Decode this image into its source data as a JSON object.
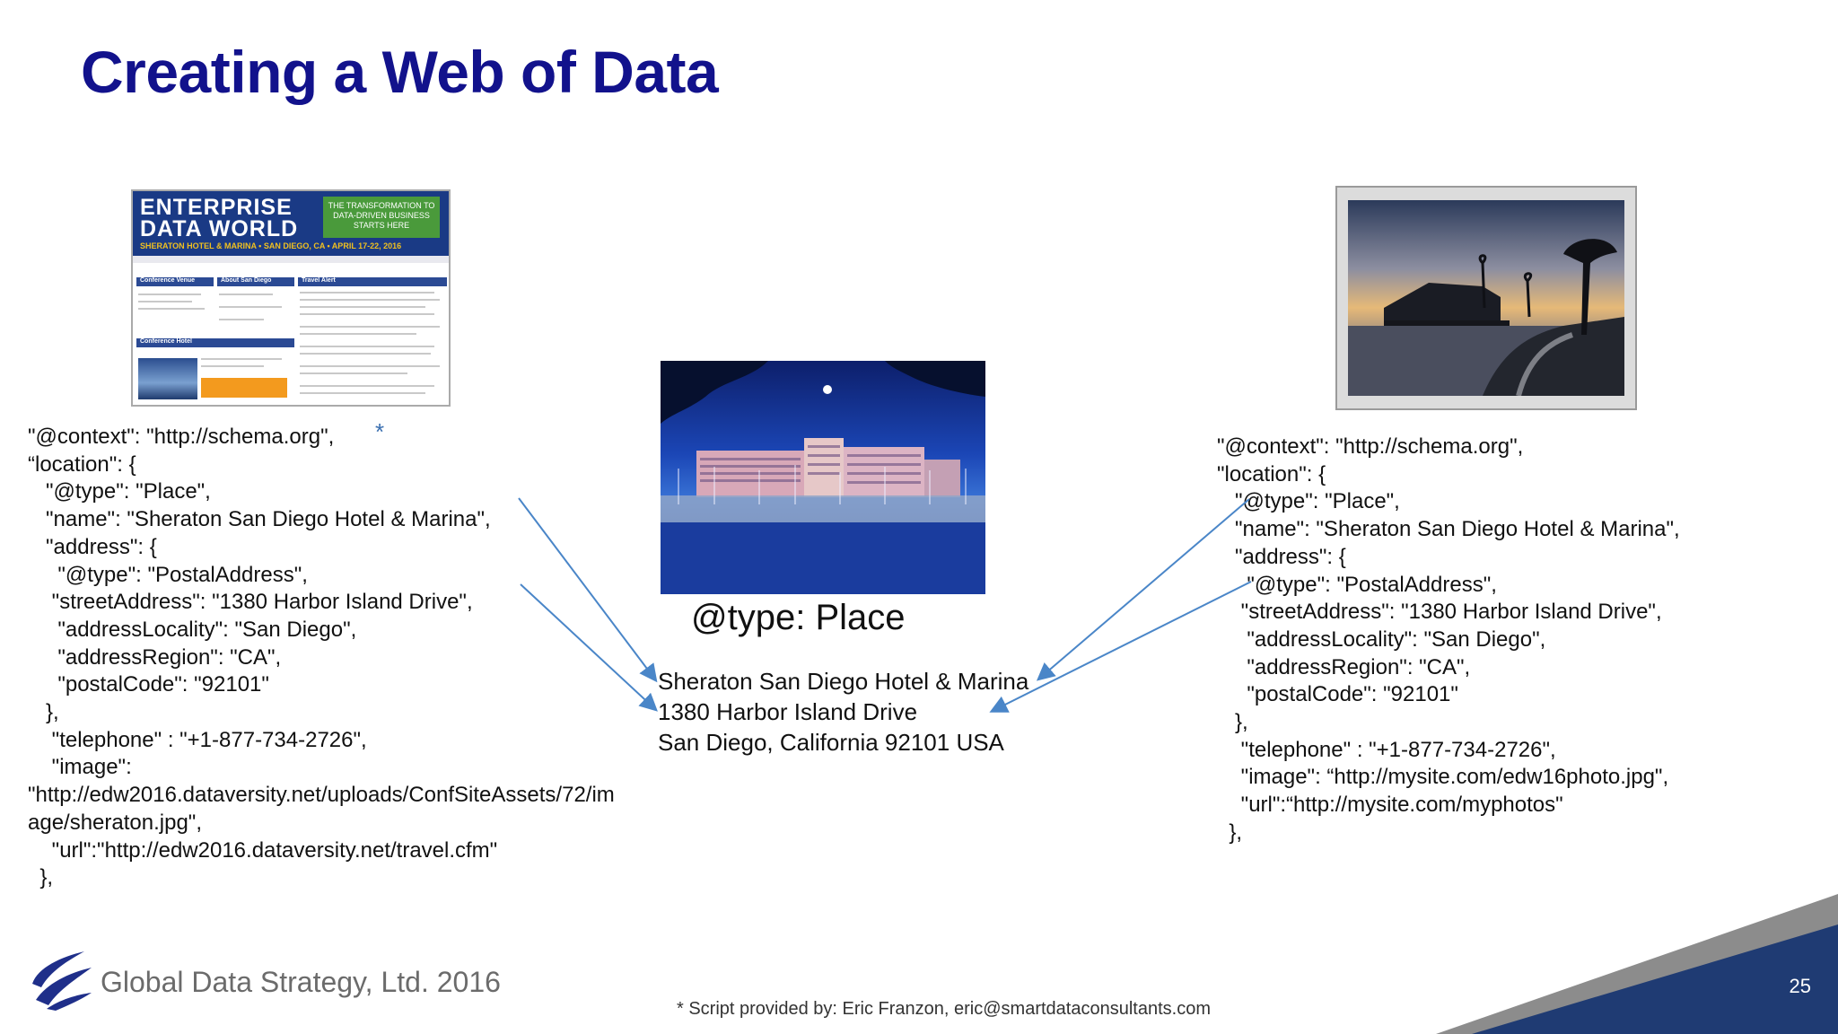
{
  "slide": {
    "title": "Creating a Web of Data",
    "page_number": "25"
  },
  "left_code": {
    "star": "*",
    "text": "\"@context\": \"http://schema.org\",\n“location\": {\n   \"@type\": \"Place\",\n   \"name\": \"Sheraton San Diego Hotel & Marina\",\n   \"address\": {\n     \"@type\": \"PostalAddress\",\n    \"streetAddress\": \"1380 Harbor Island Drive\",\n     \"addressLocality\": \"San Diego\",\n     \"addressRegion\": \"CA\",\n     \"postalCode\": \"92101\"\n   },\n    \"telephone\" : \"+1-877-734-2726\",\n    \"image\":\n\"http://edw2016.dataversity.net/uploads/ConfSiteAssets/72/im\nage/sheraton.jpg\",\n    \"url\":\"http://edw2016.dataversity.net/travel.cfm\"\n  },"
  },
  "right_code": {
    "text": "\"@context\": \"http://schema.org\",\n\"location\": {\n   \"@type\": \"Place\",\n   \"name\": \"Sheraton San Diego Hotel & Marina\",\n   \"address\": {\n     \"@type\": \"PostalAddress\",\n    \"streetAddress\": \"1380 Harbor Island Drive\",\n     \"addressLocality\": \"San Diego\",\n     \"addressRegion\": \"CA\",\n     \"postalCode\": \"92101\"\n   },\n    \"telephone\" : \"+1-877-734-2726\",\n    \"image\": “http://mysite.com/edw16photo.jpg\",\n    \"url\":“http://mysite.com/myphotos\"\n  },"
  },
  "center": {
    "type_label": "@type: Place",
    "address": "Sheraton San Diego Hotel & Marina\n1380 Harbor Island Drive\nSan Diego, California 92101 USA"
  },
  "thumbnail": {
    "title": "ENTERPRISE\nDATA WORLD",
    "tagline": "THE TRANSFORMATION TO DATA-DRIVEN BUSINESS STARTS HERE",
    "strip": "SHERATON HOTEL & MARINA • SAN DIEGO, CA • APRIL 17-22, 2016",
    "col1": "Conference Venue",
    "col2": "About San Diego",
    "col3": "Travel Alert",
    "col4": "Conference Hotel"
  },
  "footer": {
    "brand": "Global Data Strategy, Ltd. 2016",
    "footnote": "* Script provided by: Eric Franzon, eric@smartdataconsultants.com"
  },
  "colors": {
    "title": "#12128c",
    "arrow": "#4a86c8",
    "footer_dark": "#1f3b73",
    "footer_grey": "#8c8c8c"
  }
}
